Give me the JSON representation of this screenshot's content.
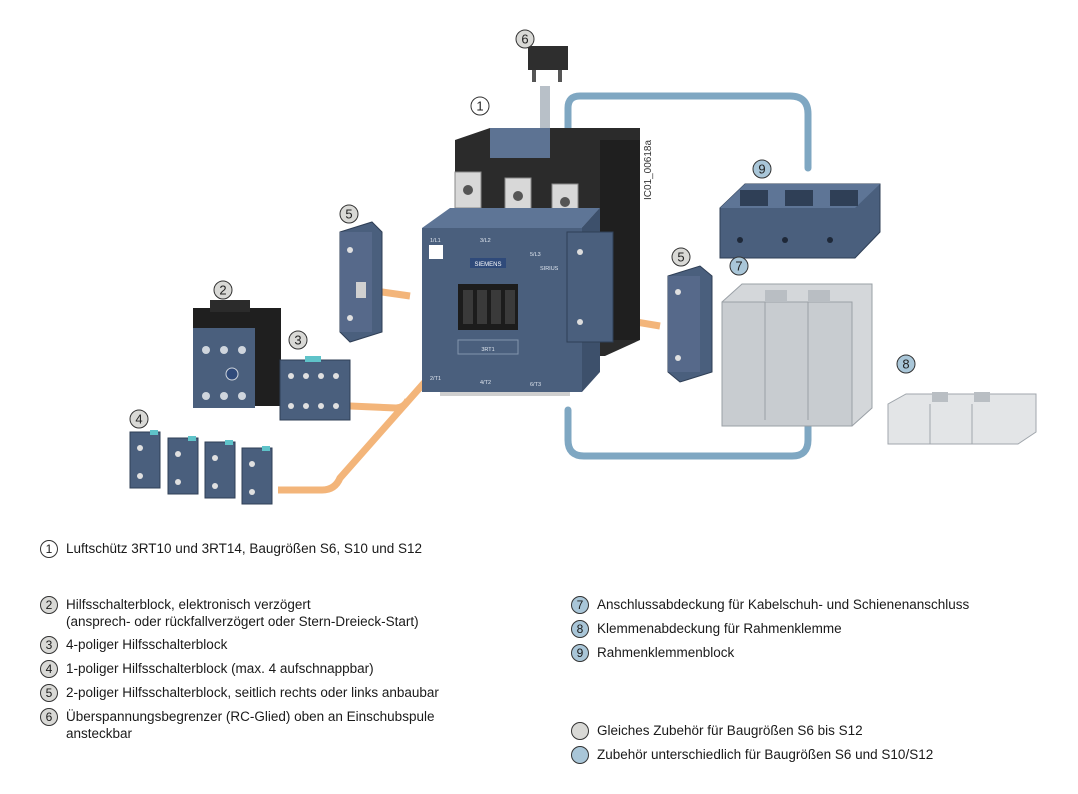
{
  "callouts": [
    "1",
    "2",
    "3",
    "4",
    "5",
    "6",
    "7",
    "8",
    "9"
  ],
  "code_label": "IC01_00618a",
  "device": {
    "brand": "SIEMENS",
    "sirius": "SIRIUS",
    "rating": "3RT1",
    "t1": "1/L1",
    "t2": "3/L2",
    "t3": "5/L3",
    "b1": "2/T1",
    "b2": "4/T2",
    "b3": "6/T3"
  },
  "colors": {
    "gray_callout": "#d9d9d6",
    "blue_callout": "#a9c6d8",
    "housing_blue": "#4a5f7d",
    "housing_dark": "#2b2b2b",
    "connector_orange": "#f3b57a",
    "blue_link": "#7fa7c2"
  },
  "legend": {
    "item1": {
      "num": "1",
      "text": "Luftschütz 3RT10 und 3RT14, Baugrößen S6, S10 und S12"
    },
    "item2": {
      "num": "2",
      "line1": "Hilfsschalterblock, elektronisch verzögert",
      "line2": "(ansprech- oder rückfallverzögert oder Stern-Dreieck-Start)"
    },
    "item3": {
      "num": "3",
      "text": "4-poliger Hilfsschalterblock"
    },
    "item4": {
      "num": "4",
      "text": "1-poliger Hilfsschalterblock (max. 4 aufschnappbar)"
    },
    "item5": {
      "num": "5",
      "text": "2-poliger Hilfsschalterblock, seitlich rechts oder links anbaubar"
    },
    "item6": {
      "num": "6",
      "line1": "Überspannungsbegrenzer (RC-Glied) oben an Einschubspule",
      "line2": "ansteckbar"
    },
    "item7": {
      "num": "7",
      "text": "Anschlussabdeckung für Kabelschuh- und Schienenanschluss"
    },
    "item8": {
      "num": "8",
      "text": "Klemmenabdeckung für Rahmenklemme"
    },
    "item9": {
      "num": "9",
      "text": "Rahmenklemmenblock"
    },
    "key_gray": "Gleiches Zubehör für Baugrößen S6 bis S12",
    "key_blue": "Zubehör unterschiedlich für Baugrößen S6 und S10/S12"
  }
}
